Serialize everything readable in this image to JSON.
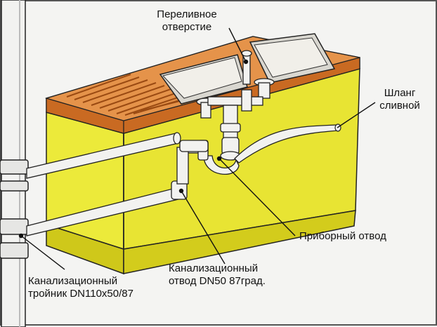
{
  "labels": {
    "overflow": {
      "line1": "Переливное",
      "line2": "отверстие"
    },
    "drain_hose": {
      "line1": "Шланг",
      "line2": "сливной"
    },
    "appliance_elbow": "Приборный отвод",
    "sewer_elbow": {
      "line1": "Канализационный",
      "line2": "отвод DN50  87град."
    },
    "sewer_tee": {
      "line1": "Канализационный",
      "line2": "тройник DN110x50/87"
    }
  },
  "colors": {
    "background": "#f4f4f2",
    "cabinet_front": "#ecea3a",
    "cabinet_side": "#d8d21c",
    "cabinet_plinth": "#cfc81a",
    "countertop": "#e0873a",
    "countertop_edge": "#c96a22",
    "sink_bowl": "#f1efe9",
    "pipe": "#f2f2f0",
    "outline": "#222222",
    "leader": "#111111"
  }
}
